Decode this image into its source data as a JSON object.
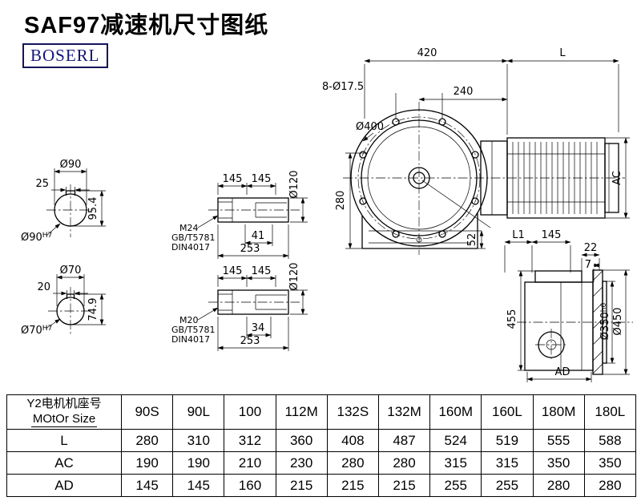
{
  "page": {
    "title": "SAF97减速机尺寸图纸",
    "logo": "BOSERL"
  },
  "front_view": {
    "dim_420": "420",
    "dim_L": "L",
    "bolt_holes": "8-Ø17.5",
    "dim_240": "240",
    "flange_dia": "Ø400",
    "dim_280": "280",
    "dim_52": "52",
    "dim_AC": "AC"
  },
  "shaft_end_top": {
    "dia": "Ø90",
    "key_width": "25",
    "key_height": "95.4",
    "fit_dia": "Ø90",
    "fit_tol": "H7"
  },
  "shaft_end_bottom": {
    "dia": "Ø70",
    "key_width": "20",
    "key_height": "74.9",
    "fit_dia": "Ø70",
    "fit_tol": "H7"
  },
  "shaft_side_top": {
    "len_a": "145",
    "len_b": "145",
    "dia": "Ø120",
    "thread": "M24",
    "std_gb": "GB/T5781",
    "std_din": "DIN4017",
    "key_len": "41",
    "total_len": "253"
  },
  "shaft_side_bottom": {
    "len_a": "145",
    "len_b": "145",
    "dia": "Ø120",
    "thread": "M20",
    "std_gb": "GB/T5781",
    "std_din": "DIN4017",
    "key_len": "34",
    "total_len": "253"
  },
  "side_view": {
    "dim_L1": "L1",
    "dim_145": "145",
    "dim_22": "22",
    "dim_7": "7",
    "dim_455": "455",
    "spigot_dia": "Ø350",
    "spigot_tol": "h6",
    "flange_dia": "Ø450",
    "dim_AD": "AD"
  },
  "table": {
    "header_line1": "Y2电机机座号",
    "header_line2": "MOtOr Size",
    "columns": [
      "90S",
      "90L",
      "100",
      "112M",
      "132S",
      "132M",
      "160M",
      "160L",
      "180M",
      "180L"
    ],
    "rows": [
      {
        "label": "L",
        "values": [
          "280",
          "310",
          "312",
          "360",
          "408",
          "487",
          "524",
          "519",
          "555",
          "588"
        ]
      },
      {
        "label": "AC",
        "values": [
          "190",
          "190",
          "210",
          "230",
          "280",
          "280",
          "315",
          "315",
          "350",
          "350"
        ]
      },
      {
        "label": "AD",
        "values": [
          "145",
          "145",
          "160",
          "215",
          "215",
          "215",
          "255",
          "255",
          "280",
          "280"
        ]
      }
    ]
  }
}
